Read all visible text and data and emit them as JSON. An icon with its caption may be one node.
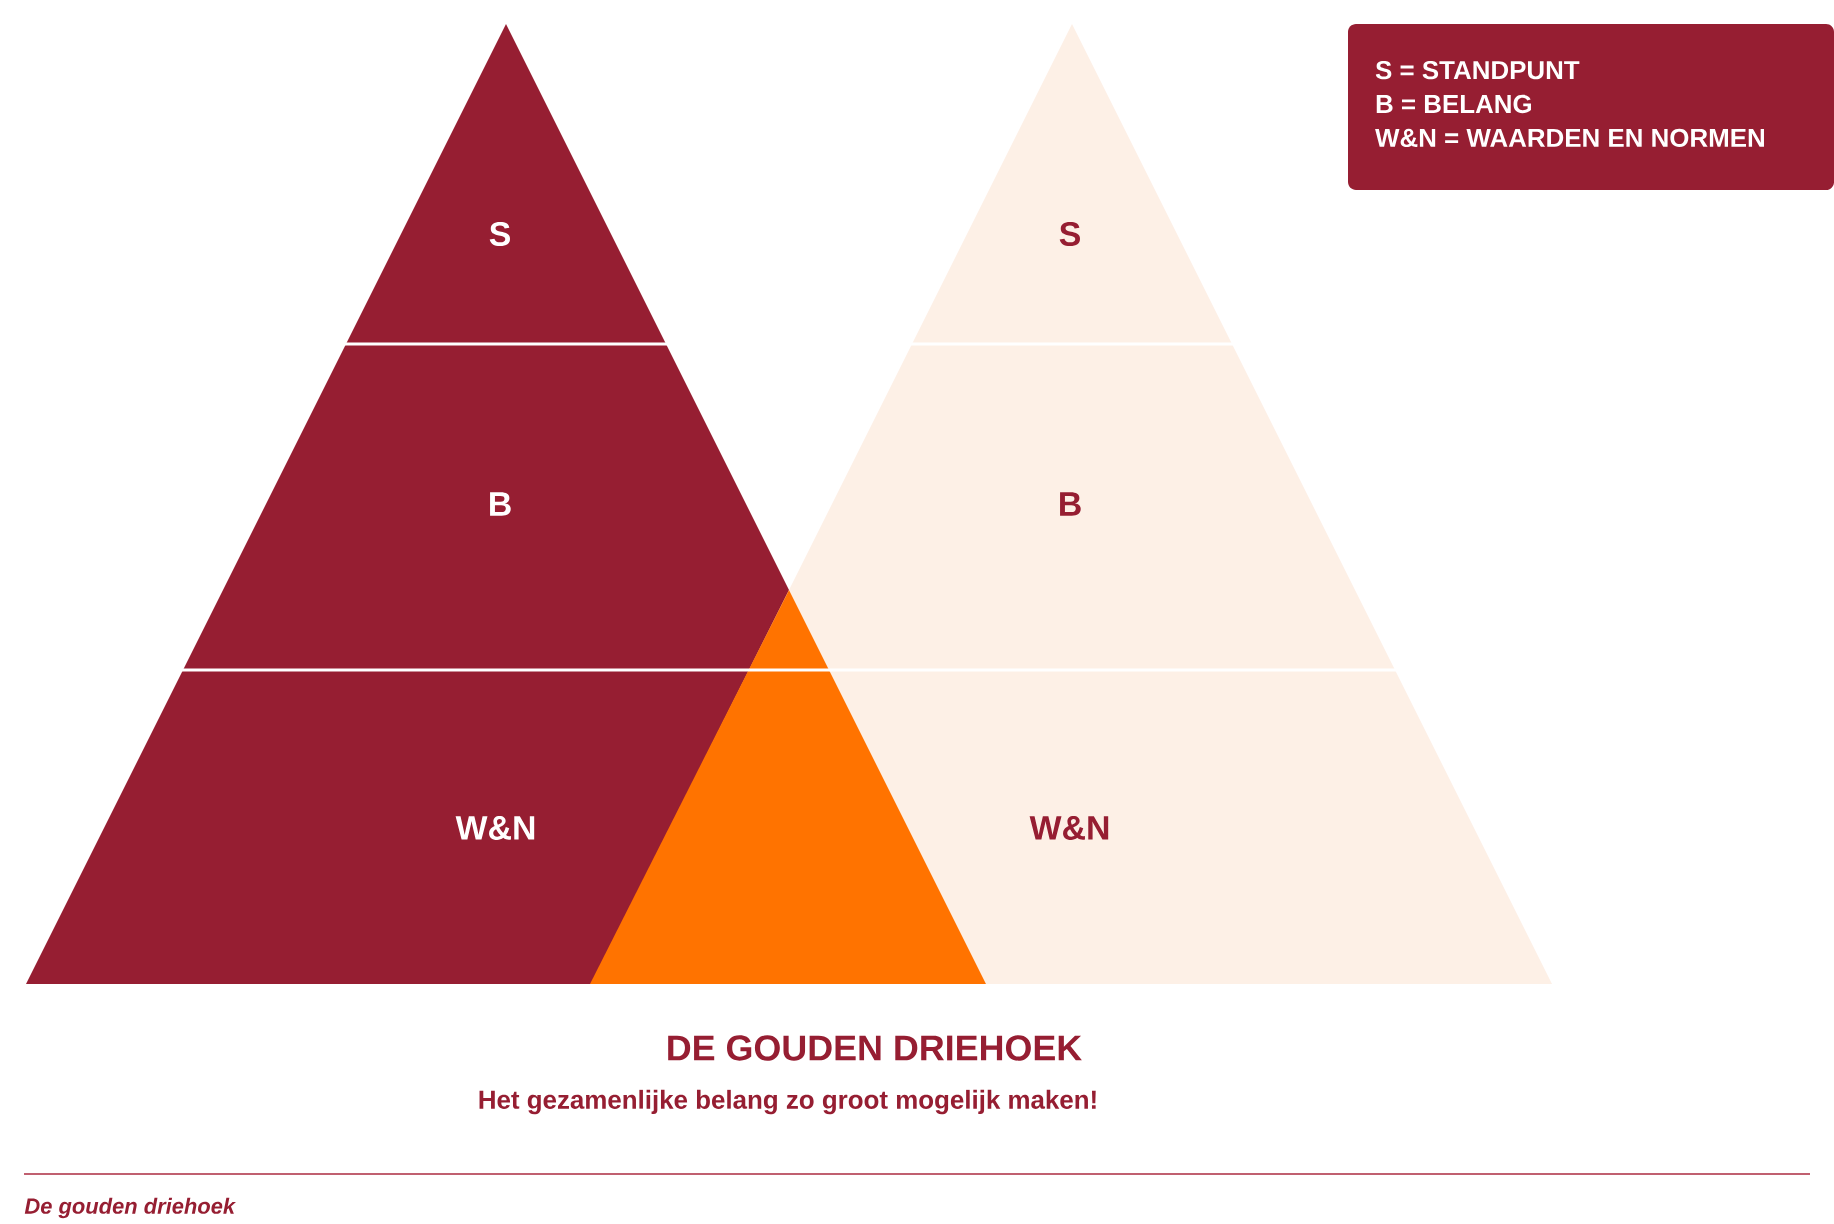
{
  "diagram": {
    "title": "DE GOUDEN DRIEHOEK",
    "nodes": [
      {
        "text": [
          "S"
        ]
      },
      {
        "text": [
          "B"
        ]
      },
      {
        "text": [
          "W&N"
        ]
      },
      {
        "text": [
          "S"
        ]
      },
      {
        "text": [
          "B"
        ]
      },
      {
        "text": [
          "W&N"
        ]
      },
      {
        "text": [],
        "shape": "triangle"
      },
      {
        "text": [
          "S = STANDPUNT",
          "B = BELANG",
          "W&N = WAARDEN EN NORMEN"
        ]
      }
    ],
    "labels": [
      "Het gezamenlijke belang zo groot mogelijk maken!",
      "De gouden driehoek"
    ]
  }
}
